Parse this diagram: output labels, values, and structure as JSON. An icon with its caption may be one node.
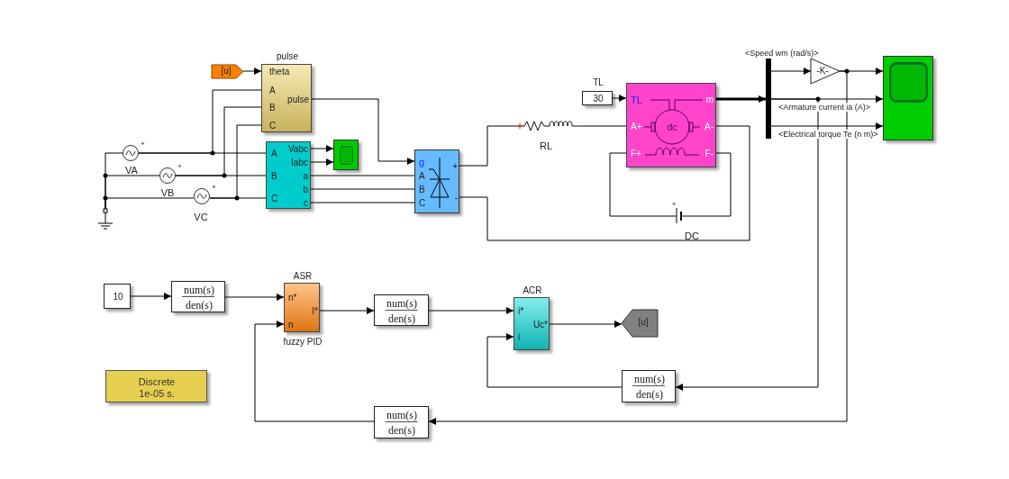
{
  "diagram": {
    "nodes": [
      {
        "text": [
          "pulse",
          "theta",
          "A",
          "B",
          "C",
          "pulse"
        ]
      },
      {
        "text": [
          "[u]"
        ]
      },
      {
        "text": [
          "A",
          "B",
          "C",
          "Vabc",
          "Iabc",
          "a",
          "b",
          "c"
        ]
      },
      {
        "text": [],
        "shape": "box"
      },
      {
        "text": [
          "VA",
          "+"
        ]
      },
      {
        "text": [
          "VB",
          "+"
        ]
      },
      {
        "text": [
          "VC",
          "+"
        ]
      },
      {
        "text": [],
        "shape": "ground"
      },
      {
        "text": [
          "g",
          "A",
          "B",
          "C",
          "+",
          "-"
        ]
      },
      {
        "text": [
          "RL"
        ]
      },
      {
        "text": [
          "TL",
          "30"
        ]
      },
      {
        "text": [
          "TL",
          "m",
          "A+",
          "dc",
          "A-",
          "F+",
          "F-"
        ]
      },
      {
        "text": [
          "+",
          "DC"
        ]
      },
      {
        "text": [],
        "shape": "bar"
      },
      {
        "text": [
          "-K-"
        ]
      },
      {
        "text": [],
        "shape": "box"
      },
      {
        "text": [
          "10"
        ]
      },
      {
        "text": [
          "num(s)",
          "den(s)"
        ]
      },
      {
        "text": [
          "ASR",
          "n*",
          "n",
          "I*",
          "fuzzy PID"
        ]
      },
      {
        "text": [
          "num(s)",
          "den(s)"
        ]
      },
      {
        "text": [
          "ACR",
          "i*",
          "i",
          "Uc*"
        ]
      },
      {
        "text": [
          "[u]"
        ]
      },
      {
        "text": [
          "num(s)",
          "den(s)"
        ]
      },
      {
        "text": [
          "num(s)",
          "den(s)"
        ]
      },
      {
        "text": [
          "Discrete 1e-05 s."
        ]
      }
    ],
    "edges": [
      {
        "from": 1,
        "to": 0,
        "arrow": "to"
      },
      {
        "from": 0,
        "to": 8,
        "arrow": "to"
      },
      {
        "from": 2,
        "to": 3,
        "arrow": "to"
      },
      {
        "from": 2,
        "to": 3,
        "arrow": "to"
      },
      {
        "from": 10,
        "to": 11,
        "arrow": "to"
      },
      {
        "from": 11,
        "to": 13,
        "arrow": "to",
        "style": "thick"
      },
      {
        "from": 13,
        "to": 14,
        "arrow": "to",
        "label": "<Speed wm (rad/s)>"
      },
      {
        "from": 14,
        "to": 15,
        "arrow": "to"
      },
      {
        "from": 13,
        "to": 15,
        "arrow": "to",
        "label": "<Armature current ia (A)>"
      },
      {
        "from": 13,
        "to": 15,
        "arrow": "to",
        "label": "<Electrical torque Te (n m)>"
      },
      {
        "from": 14,
        "to": 23,
        "arrow": "to"
      },
      {
        "from": 13,
        "to": 22,
        "arrow": "to"
      },
      {
        "from": 16,
        "to": 17,
        "arrow": "to"
      },
      {
        "from": 17,
        "to": 18,
        "arrow": "to"
      },
      {
        "from": 18,
        "to": 19,
        "arrow": "to"
      },
      {
        "from": 19,
        "to": 20,
        "arrow": "to"
      },
      {
        "from": 20,
        "to": 21,
        "arrow": "to"
      },
      {
        "from": 22,
        "to": 20,
        "arrow": "to"
      },
      {
        "from": 23,
        "to": 18,
        "arrow": "to"
      },
      {
        "from": 4,
        "to": 2,
        "arrow": "none"
      },
      {
        "from": 4,
        "to": 0,
        "arrow": "none"
      },
      {
        "from": 5,
        "to": 2,
        "arrow": "none"
      },
      {
        "from": 5,
        "to": 0,
        "arrow": "none"
      },
      {
        "from": 6,
        "to": 2,
        "arrow": "none"
      },
      {
        "from": 6,
        "to": 0,
        "arrow": "none"
      },
      {
        "from": 7,
        "to": 4,
        "arrow": "none"
      },
      {
        "from": 7,
        "to": 5,
        "arrow": "none"
      },
      {
        "from": 7,
        "to": 6,
        "arrow": "none"
      },
      {
        "from": 2,
        "to": 8,
        "arrow": "none"
      },
      {
        "from": 2,
        "to": 8,
        "arrow": "none"
      },
      {
        "from": 2,
        "to": 8,
        "arrow": "none"
      },
      {
        "from": 8,
        "to": 9,
        "arrow": "none"
      },
      {
        "from": 9,
        "to": 11,
        "arrow": "none"
      },
      {
        "from": 8,
        "to": 11,
        "arrow": "none"
      },
      {
        "from": 11,
        "to": 12,
        "arrow": "none"
      },
      {
        "from": 12,
        "to": 11,
        "arrow": "none"
      }
    ]
  }
}
